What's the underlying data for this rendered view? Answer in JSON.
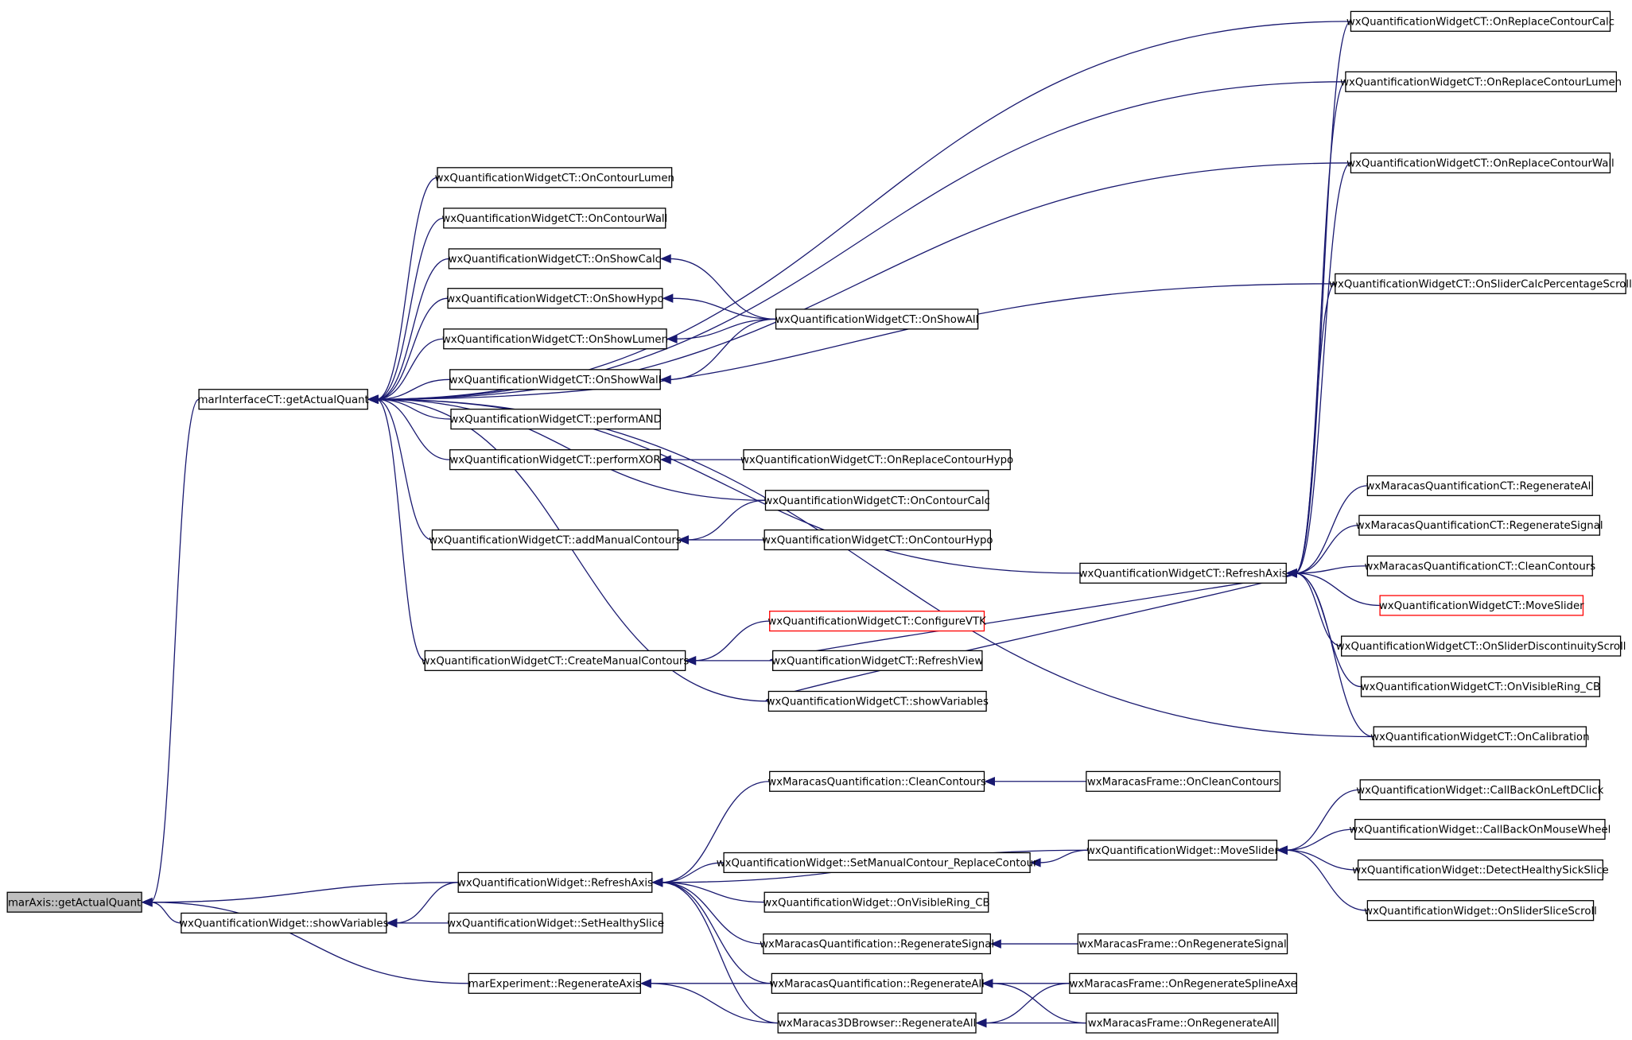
{
  "nodes": [
    {
      "id": "root",
      "label": "marAxis::getActualQuant",
      "kind": "root"
    },
    {
      "id": "ict",
      "label": "marInterfaceCT::getActualQuant"
    },
    {
      "id": "wq_refresh",
      "label": "wxQuantificationWidget::RefreshAxis"
    },
    {
      "id": "wq_showvars",
      "label": "wxQuantificationWidget::showVariables"
    },
    {
      "id": "mexp",
      "label": "marExperiment::RegenerateAxis"
    },
    {
      "id": "ct_rcc",
      "label": "wxQuantificationWidgetCT::OnReplaceContourCalc"
    },
    {
      "id": "ct_rcl",
      "label": "wxQuantificationWidgetCT::OnReplaceContourLumen"
    },
    {
      "id": "ct_rcw",
      "label": "wxQuantificationWidgetCT::OnReplaceContourWall"
    },
    {
      "id": "ct_ocl",
      "label": "wxQuantificationWidgetCT::OnContourLumen"
    },
    {
      "id": "ct_ocw",
      "label": "wxQuantificationWidgetCT::OnContourWall"
    },
    {
      "id": "ct_scal",
      "label": "wxQuantificationWidgetCT::OnShowCalc"
    },
    {
      "id": "ct_shyp",
      "label": "wxQuantificationWidgetCT::OnShowHypo"
    },
    {
      "id": "ct_slum",
      "label": "wxQuantificationWidgetCT::OnShowLumen"
    },
    {
      "id": "ct_swal",
      "label": "wxQuantificationWidgetCT::OnShowWall"
    },
    {
      "id": "ct_pand",
      "label": "wxQuantificationWidgetCT::performAND"
    },
    {
      "id": "ct_pxor",
      "label": "wxQuantificationWidgetCT::performXOR"
    },
    {
      "id": "ct_amc",
      "label": "wxQuantificationWidgetCT::addManualContours"
    },
    {
      "id": "ct_cmc",
      "label": "wxQuantificationWidgetCT::CreateManualContours"
    },
    {
      "id": "ct_sall",
      "label": "wxQuantificationWidgetCT::OnShowAll"
    },
    {
      "id": "ct_rch",
      "label": "wxQuantificationWidgetCT::OnReplaceContourHypo"
    },
    {
      "id": "ct_occ",
      "label": "wxQuantificationWidgetCT::OnContourCalc"
    },
    {
      "id": "ct_och",
      "label": "wxQuantificationWidgetCT::OnContourHypo"
    },
    {
      "id": "ct_cvtk",
      "label": "wxQuantificationWidgetCT::ConfigureVTK",
      "kind": "red"
    },
    {
      "id": "ct_rview",
      "label": "wxQuantificationWidgetCT::RefreshView"
    },
    {
      "id": "ct_svars",
      "label": "wxQuantificationWidgetCT::showVariables"
    },
    {
      "id": "ct_raxis",
      "label": "wxQuantificationWidgetCT::RefreshAxis"
    },
    {
      "id": "ct_scps",
      "label": "wxQuantificationWidgetCT::OnSliderCalcPercentageScroll"
    },
    {
      "id": "mqct_ra",
      "label": "wxMaracasQuantificationCT::RegenerateAll"
    },
    {
      "id": "mqct_rs",
      "label": "wxMaracasQuantificationCT::RegenerateSignal"
    },
    {
      "id": "mqct_cc",
      "label": "wxMaracasQuantificationCT::CleanContours"
    },
    {
      "id": "ct_mslider",
      "label": "wxQuantificationWidgetCT::MoveSlider",
      "kind": "red"
    },
    {
      "id": "ct_sds",
      "label": "wxQuantificationWidgetCT::OnSliderDiscontinuityScroll"
    },
    {
      "id": "ct_vrcb",
      "label": "wxQuantificationWidgetCT::OnVisibleRing_CB"
    },
    {
      "id": "ct_ocal",
      "label": "wxQuantificationWidgetCT::OnCalibration"
    },
    {
      "id": "mq_cc",
      "label": "wxMaracasQuantification::CleanContours"
    },
    {
      "id": "mf_occ",
      "label": "wxMaracasFrame::OnCleanContours"
    },
    {
      "id": "wq_smc",
      "label": "wxQuantificationWidget::SetManualContour_ReplaceContour"
    },
    {
      "id": "wq_mslider",
      "label": "wxQuantificationWidget::MoveSlider"
    },
    {
      "id": "wq_cbld",
      "label": "wxQuantificationWidget::CallBackOnLeftDClick"
    },
    {
      "id": "wq_cbmw",
      "label": "wxQuantificationWidget::CallBackOnMouseWheel"
    },
    {
      "id": "wq_dhs",
      "label": "wxQuantificationWidget::DetectHealthySickSlice"
    },
    {
      "id": "wq_oss",
      "label": "wxQuantificationWidget::OnSliderSliceScroll"
    },
    {
      "id": "wq_vrcb",
      "label": "wxQuantificationWidget::OnVisibleRing_CB"
    },
    {
      "id": "mq_rs",
      "label": "wxMaracasQuantification::RegenerateSignal"
    },
    {
      "id": "mf_ors",
      "label": "wxMaracasFrame::OnRegenerateSignal"
    },
    {
      "id": "mq_ra",
      "label": "wxMaracasQuantification::RegenerateAll"
    },
    {
      "id": "mf_orsa",
      "label": "wxMaracasFrame::OnRegenerateSplineAxe"
    },
    {
      "id": "m3d_ra",
      "label": "wxMaracas3DBrowser::RegenerateAll"
    },
    {
      "id": "mf_ora",
      "label": "wxMaracasFrame::OnRegenerateAll"
    },
    {
      "id": "wq_shs",
      "label": "wxQuantificationWidget::SetHealthySlice"
    }
  ],
  "edges": [
    [
      "ict",
      "root"
    ],
    [
      "wq_refresh",
      "root"
    ],
    [
      "wq_showvars",
      "root"
    ],
    [
      "mexp",
      "root"
    ],
    [
      "ct_rcc",
      "ict"
    ],
    [
      "ct_rcl",
      "ict"
    ],
    [
      "ct_rcw",
      "ict"
    ],
    [
      "ct_scps",
      "ict"
    ],
    [
      "ct_ocl",
      "ict"
    ],
    [
      "ct_ocw",
      "ict"
    ],
    [
      "ct_scal",
      "ict"
    ],
    [
      "ct_shyp",
      "ict"
    ],
    [
      "ct_slum",
      "ict"
    ],
    [
      "ct_swal",
      "ict"
    ],
    [
      "ct_pand",
      "ict"
    ],
    [
      "ct_pxor",
      "ict"
    ],
    [
      "ct_occ",
      "ict"
    ],
    [
      "ct_amc",
      "ict"
    ],
    [
      "ct_raxis",
      "ict"
    ],
    [
      "ct_cmc",
      "ict"
    ],
    [
      "ct_svars",
      "ict"
    ],
    [
      "ct_ocal",
      "ict"
    ],
    [
      "ct_sall",
      "ct_scal"
    ],
    [
      "ct_sall",
      "ct_shyp"
    ],
    [
      "ct_sall",
      "ct_slum"
    ],
    [
      "ct_sall",
      "ct_swal"
    ],
    [
      "ct_rch",
      "ct_pxor"
    ],
    [
      "ct_occ",
      "ct_amc"
    ],
    [
      "ct_och",
      "ct_amc"
    ],
    [
      "ct_cvtk",
      "ct_cmc"
    ],
    [
      "ct_rview",
      "ct_cmc"
    ],
    [
      "ct_rview",
      "ct_raxis"
    ],
    [
      "ct_svars",
      "ct_raxis"
    ],
    [
      "ct_rcc",
      "ct_raxis"
    ],
    [
      "ct_rcl",
      "ct_raxis"
    ],
    [
      "ct_rcw",
      "ct_raxis"
    ],
    [
      "ct_scps",
      "ct_raxis"
    ],
    [
      "mqct_ra",
      "ct_raxis"
    ],
    [
      "mqct_rs",
      "ct_raxis"
    ],
    [
      "mqct_cc",
      "ct_raxis"
    ],
    [
      "ct_mslider",
      "ct_raxis"
    ],
    [
      "ct_sds",
      "ct_raxis"
    ],
    [
      "ct_vrcb",
      "ct_raxis"
    ],
    [
      "ct_ocal",
      "ct_raxis"
    ],
    [
      "mq_cc",
      "wq_refresh"
    ],
    [
      "wq_mslider",
      "wq_refresh"
    ],
    [
      "wq_smc",
      "wq_refresh"
    ],
    [
      "wq_vrcb",
      "wq_refresh"
    ],
    [
      "mq_rs",
      "wq_refresh"
    ],
    [
      "mq_ra",
      "wq_refresh"
    ],
    [
      "m3d_ra",
      "wq_refresh"
    ],
    [
      "wq_refresh",
      "wq_showvars"
    ],
    [
      "wq_shs",
      "wq_showvars"
    ],
    [
      "mf_occ",
      "mq_cc"
    ],
    [
      "wq_mslider",
      "wq_smc"
    ],
    [
      "wq_cbld",
      "wq_mslider"
    ],
    [
      "wq_cbmw",
      "wq_mslider"
    ],
    [
      "wq_dhs",
      "wq_mslider"
    ],
    [
      "wq_oss",
      "wq_mslider"
    ],
    [
      "mf_ors",
      "mq_rs"
    ],
    [
      "mf_orsa",
      "mq_ra"
    ],
    [
      "mf_ora",
      "mq_ra"
    ],
    [
      "mf_orsa",
      "m3d_ra"
    ],
    [
      "mf_ora",
      "m3d_ra"
    ],
    [
      "mq_ra",
      "mexp"
    ],
    [
      "m3d_ra",
      "mexp"
    ]
  ]
}
